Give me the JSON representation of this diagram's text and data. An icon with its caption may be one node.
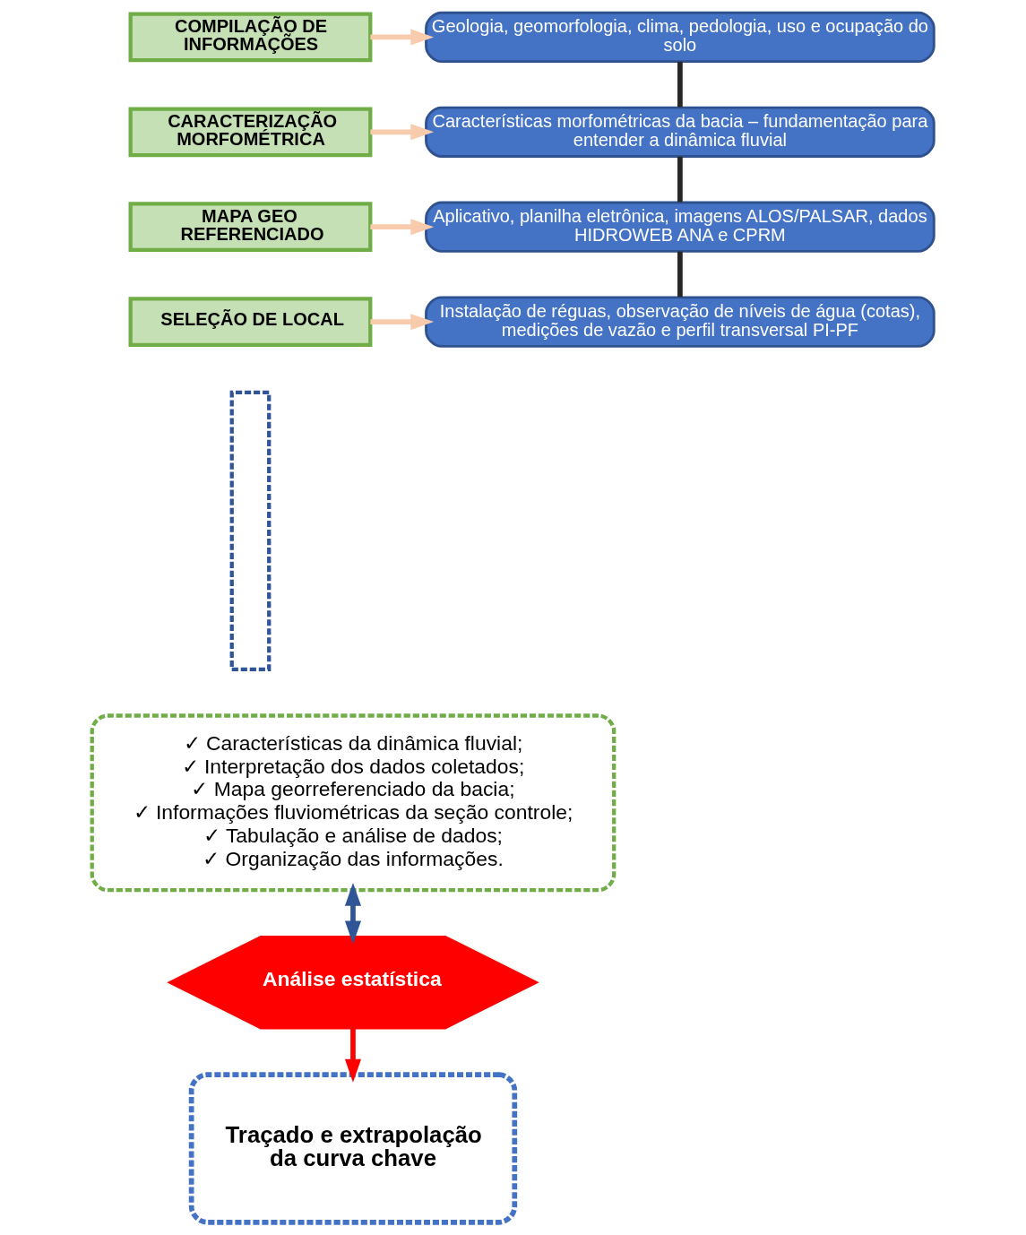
{
  "diagram": {
    "nodes": [
      {
        "text": [
          "COMPILAÇÃO DE INFORMAÇÕES"
        ]
      },
      {
        "text": [
          "Geologia, geomorfologia, clima, pedologia, uso e ocupação do solo"
        ]
      },
      {
        "text": [
          "CARACTERIZAÇÃO MORFOMÉTRICA"
        ]
      },
      {
        "text": [
          "Características morfométricas da bacia – fundamentação para entender a dinâmica fluvial"
        ]
      },
      {
        "text": [
          "MAPA GEO REFERENCIADO"
        ]
      },
      {
        "text": [
          "Aplicativo, planilha eletrônica, imagens ALOS/PALSAR, dados HIDROWEB ANA e CPRM"
        ]
      },
      {
        "text": [
          "SELEÇÃO DE LOCAL"
        ]
      },
      {
        "text": [
          "Instalação de réguas, observação de níveis de água (cotas), medições de vazão e perfil transversal PI-PF"
        ]
      },
      {
        "text": [],
        "shape": "box"
      },
      {
        "text": [
          "✓ Características da dinâmica fluvial;",
          "✓ Interpretação dos dados coletados;",
          "✓ Mapa georreferenciado da bacia;",
          "✓ Informações fluviométricas da seção controle;",
          "✓ Tabulação e análise de dados;",
          "✓ Organização das informações."
        ]
      },
      {
        "text": [
          "Análise estatística"
        ]
      },
      {
        "text": [
          "Traçado e extrapolação da curva chave"
        ]
      }
    ],
    "edges": [
      {
        "from": 0,
        "to": 1,
        "arrow": "to",
        "color": "#f8cbad"
      },
      {
        "from": 2,
        "to": 3,
        "arrow": "to",
        "color": "#f8cbad"
      },
      {
        "from": 4,
        "to": 5,
        "arrow": "to",
        "color": "#f8cbad"
      },
      {
        "from": 6,
        "to": 7,
        "arrow": "to",
        "color": "#f8cbad"
      },
      {
        "from": 1,
        "to": 3,
        "arrow": "none",
        "color": "#262626"
      },
      {
        "from": 3,
        "to": 5,
        "arrow": "none",
        "color": "#262626"
      },
      {
        "from": 5,
        "to": 7,
        "arrow": "none",
        "color": "#262626"
      },
      {
        "from": 9,
        "to": 10,
        "arrow": "both",
        "color": "#2f5597"
      },
      {
        "from": 10,
        "to": 11,
        "arrow": "to",
        "color": "#ff0000"
      }
    ]
  }
}
